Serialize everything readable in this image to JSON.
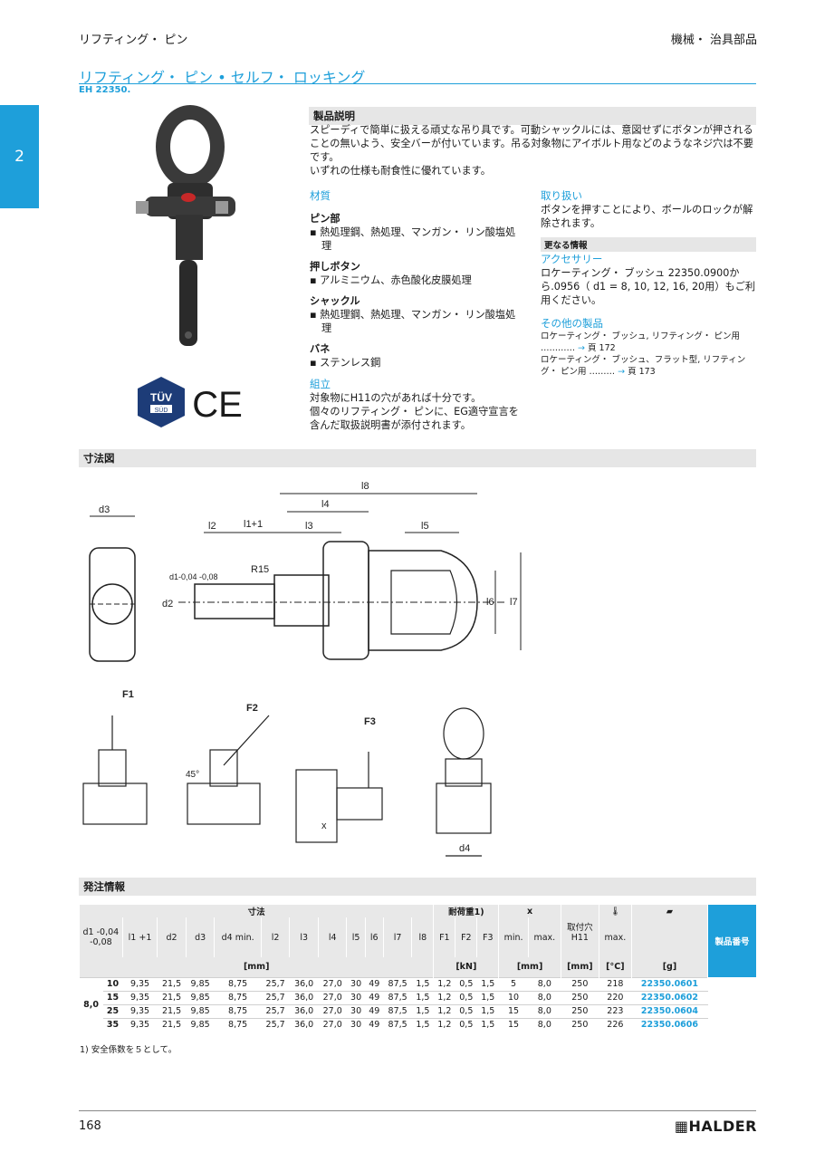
{
  "header": {
    "left": "リフティング・ ピン",
    "right": "機械・ 治具部品",
    "chapter": "2"
  },
  "title": {
    "main": "リフティング・ ピン • セルフ・ ロッキング",
    "sub": "EH 22350."
  },
  "description": {
    "heading": "製品説明",
    "text": "スピーディで簡単に扱える頑丈な吊り具です。可動シャックルには、意図せずにボタンが押されることの無いよう、安全バーが付いています。吊る対象物にアイボルト用などのようなネジ穴は不要です。",
    "text2": "いずれの仕様も耐食性に優れています。"
  },
  "material": {
    "heading": "材質",
    "items": [
      {
        "title": "ピン部",
        "text": "熱処理鋼、熱処理、マンガン・ リン酸塩処理"
      },
      {
        "title": "押しボタン",
        "text": "アルミニウム、赤色酸化皮膜処理"
      },
      {
        "title": "シャックル",
        "text": "熱処理鋼、熱処理、マンガン・ リン酸塩処理"
      },
      {
        "title": "バネ",
        "text": "ステンレス鋼"
      }
    ]
  },
  "assembly": {
    "heading": "組立",
    "text": "対象物にH11の穴があれば十分です。",
    "text2": "個々のリフティング・ ピンに、EG適守宣言を含んだ取扱説明書が添付されます。"
  },
  "handling": {
    "heading": "取り扱い",
    "text": "ボタンを押すことにより、ボールのロックが解除されます。"
  },
  "more": {
    "heading": "更なる情報",
    "acc_heading": "アクセサリー",
    "acc_text": "ロケーティング・ ブッシュ 22350.0900から.0956（ d1 = 8, 10, 12, 16, 20用）もご利用ください。",
    "other_heading": "その他の製品",
    "other1": "ロケーティング・ ブッシュ, リフティング・ ピン用",
    "other1_page": "頁 172",
    "other2": "ロケーティング・ ブッシュ、フラット型, リフティング・ ピン用",
    "other2_page": "頁 173"
  },
  "cert": {
    "tuv": "TÜV",
    "sud": "SÜD",
    "ce": "CE"
  },
  "dimensions": {
    "heading": "寸法図",
    "labels": {
      "l8": "l8",
      "l4": "l4",
      "l2": "l2",
      "l1": "l1+1",
      "l3": "l3",
      "l5": "l5",
      "d3": "d3",
      "d1": "d1-0,04 -0,08",
      "r15": "R15",
      "d2": "d2",
      "l6": "l6",
      "l7": "l7",
      "f1": "F1",
      "f2": "F2",
      "f3": "F3",
      "x": "x",
      "d4": "d4",
      "deg45": "45°"
    }
  },
  "order": {
    "heading": "発注情報",
    "group_dims": "寸法",
    "group_load": "耐荷重1)",
    "group_x": "x",
    "group_hole": "取付穴",
    "hole_tol": "H11",
    "pn_head": "製品番号",
    "cols": [
      "d1 -0,04 -0,08",
      "l1 +1",
      "d2",
      "d3",
      "d4 min.",
      "l2",
      "l3",
      "l4",
      "l5",
      "l6",
      "l7",
      "l8",
      "F1",
      "F2",
      "F3",
      "min.",
      "max.",
      "",
      "max.",
      ""
    ],
    "unit_mm": "[mm]",
    "unit_kn": "[kN]",
    "unit_mm2": "[mm]",
    "unit_mm3": "[mm]",
    "unit_c": "[°C]",
    "unit_g": "[g]",
    "d1_value": "8,0",
    "rows": [
      [
        "10",
        "9,35",
        "21,5",
        "9,85",
        "8,75",
        "25,7",
        "36,0",
        "27,0",
        "30",
        "49",
        "87,5",
        "1,5",
        "1,2",
        "0,5",
        "1,5",
        "5",
        "8,0",
        "250",
        "218",
        "22350.0601"
      ],
      [
        "15",
        "9,35",
        "21,5",
        "9,85",
        "8,75",
        "25,7",
        "36,0",
        "27,0",
        "30",
        "49",
        "87,5",
        "1,5",
        "1,2",
        "0,5",
        "1,5",
        "10",
        "8,0",
        "250",
        "220",
        "22350.0602"
      ],
      [
        "25",
        "9,35",
        "21,5",
        "9,85",
        "8,75",
        "25,7",
        "36,0",
        "27,0",
        "30",
        "49",
        "87,5",
        "1,5",
        "1,2",
        "0,5",
        "1,5",
        "15",
        "8,0",
        "250",
        "223",
        "22350.0604"
      ],
      [
        "35",
        "9,35",
        "21,5",
        "9,85",
        "8,75",
        "25,7",
        "36,0",
        "27,0",
        "30",
        "49",
        "87,5",
        "1,5",
        "1,2",
        "0,5",
        "1,5",
        "15",
        "8,0",
        "250",
        "226",
        "22350.0606"
      ]
    ],
    "footnote": "1) 安全係数を５として。"
  },
  "footer": {
    "page": "168",
    "brand": "HALDER"
  }
}
